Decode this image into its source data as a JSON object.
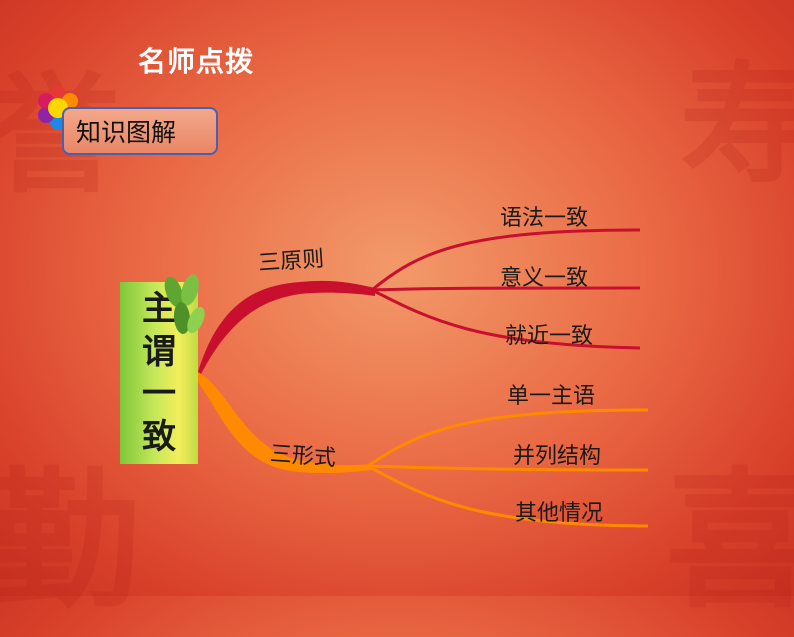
{
  "title": "名师点拨",
  "section": {
    "label": "知识图解"
  },
  "mindmap": {
    "center": {
      "label": "主谓一致",
      "chars": [
        "主",
        "谓",
        "一",
        "致"
      ]
    },
    "branches": [
      {
        "label": "三原则",
        "color": "#c8102e",
        "children": [
          "语法一致",
          "意义一致",
          "就近一致"
        ]
      },
      {
        "label": "三形式",
        "color": "#ff8a00",
        "children": [
          "单一主语",
          "并列结构",
          "其他情况"
        ]
      }
    ]
  },
  "decor": {
    "background_seal_glyphs": [
      "誉",
      "寿",
      "勤",
      "喜"
    ]
  }
}
